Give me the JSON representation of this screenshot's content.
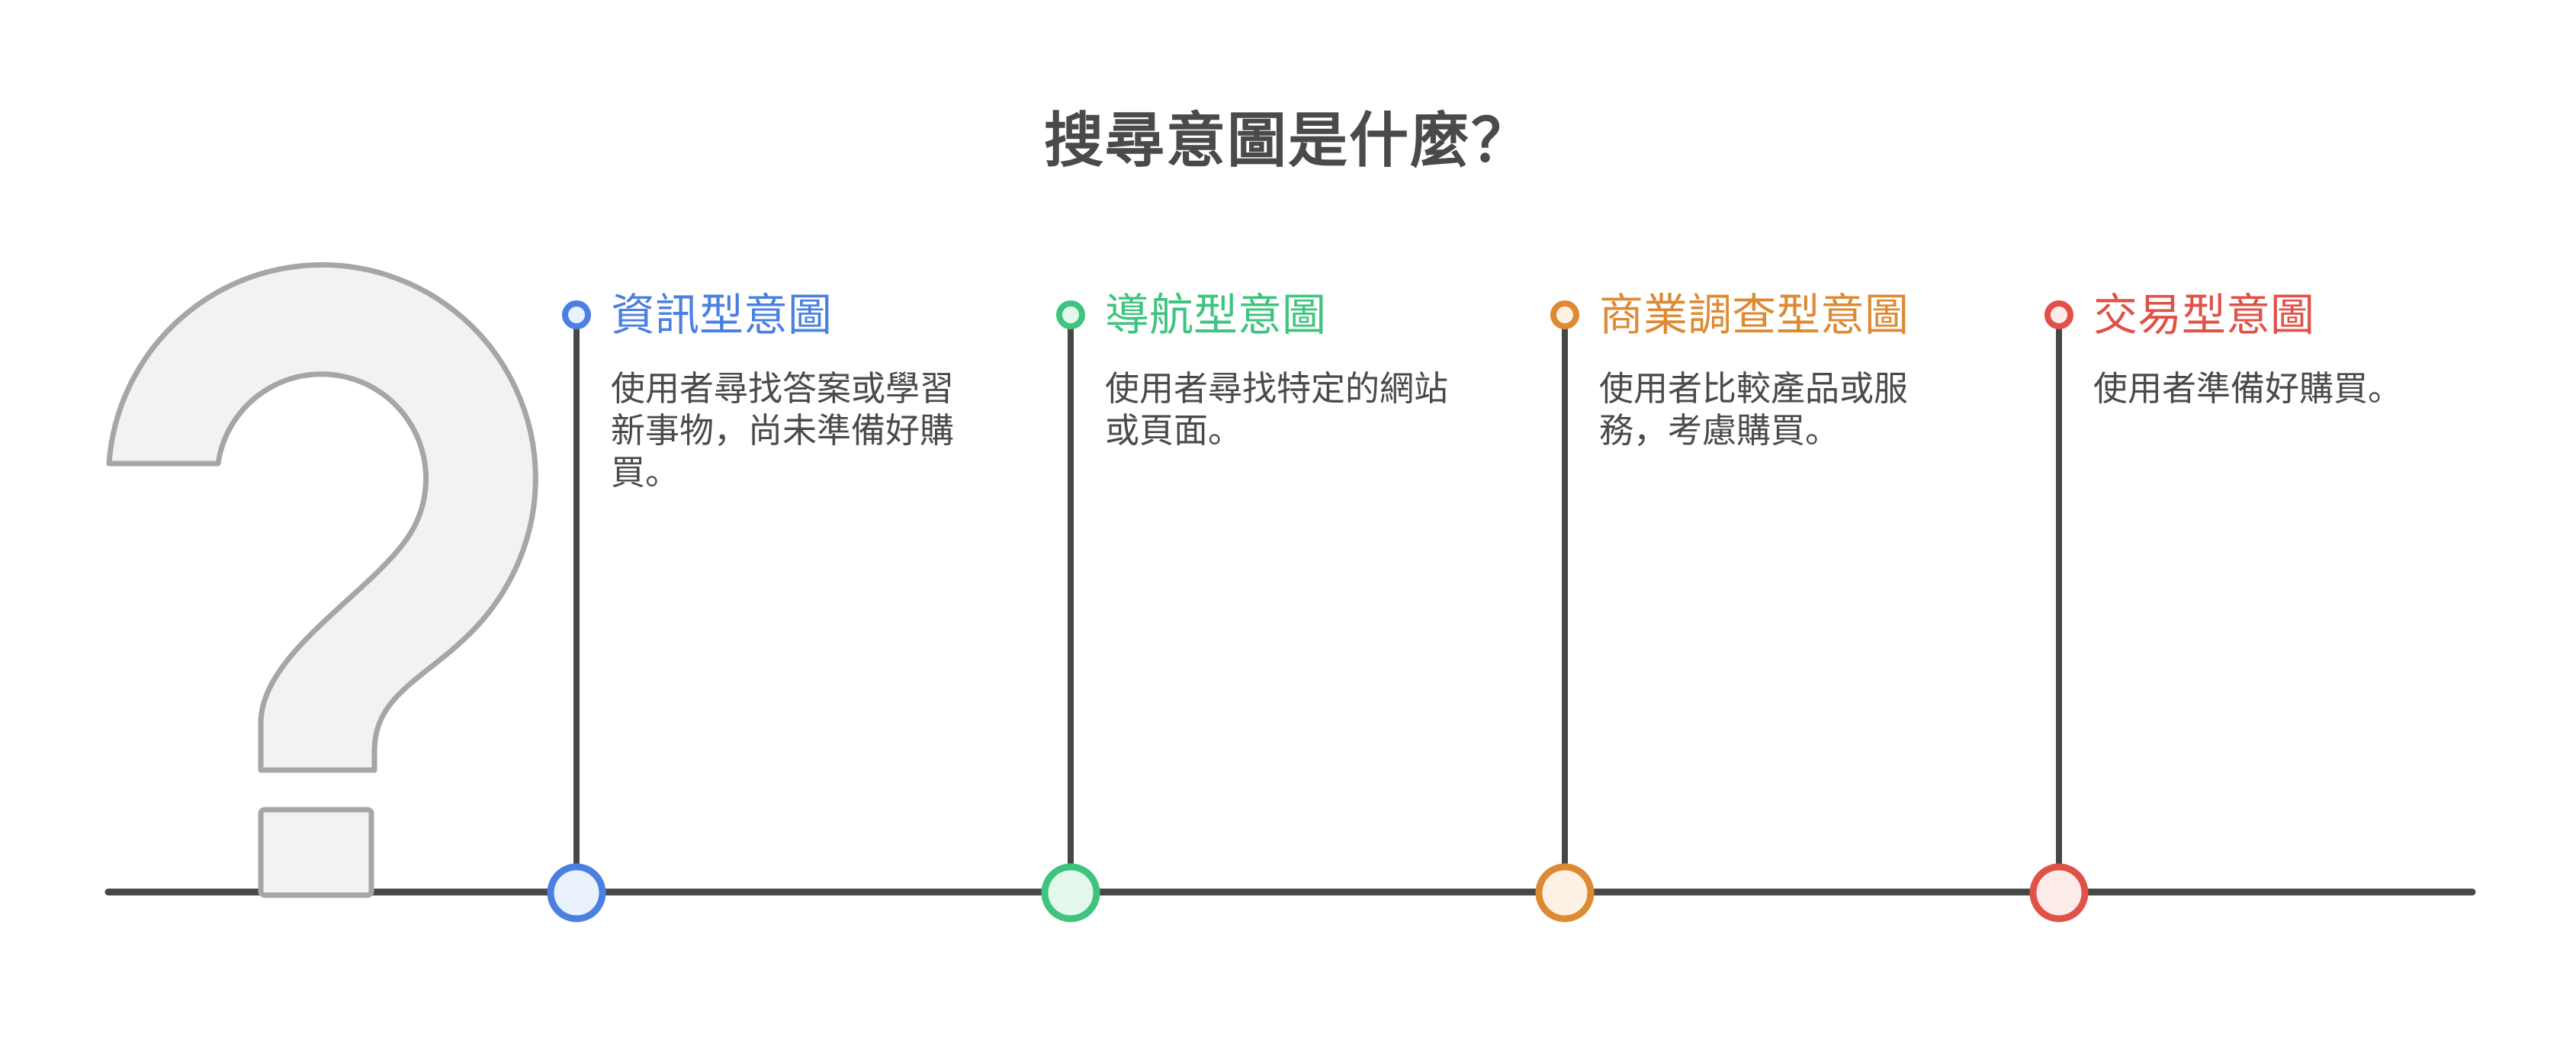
{
  "title": "搜尋意圖是什麼？",
  "colors": {
    "title_text": "#4a4a4a",
    "body_text": "#4a4a4a",
    "timeline": "#474747",
    "question_mark_fill": "#f2f2f2",
    "question_mark_stroke": "#a6a6a6"
  },
  "items": [
    {
      "label": "資訊型意圖",
      "description": "使用者尋找答案或學習新事物，尚未準備好購買。",
      "accent": "#4b80e1",
      "tint": "#e9f1fc"
    },
    {
      "label": "導航型意圖",
      "description": "使用者尋找特定的網站或頁面。",
      "accent": "#3ec47e",
      "tint": "#e3f7eb"
    },
    {
      "label": "商業調查型意圖",
      "description": "使用者比較產品或服務，考慮購買。",
      "accent": "#dd8a34",
      "tint": "#fdf1e4"
    },
    {
      "label": "交易型意圖",
      "description": "使用者準備好購買。",
      "accent": "#e05147",
      "tint": "#fcebe9"
    }
  ]
}
